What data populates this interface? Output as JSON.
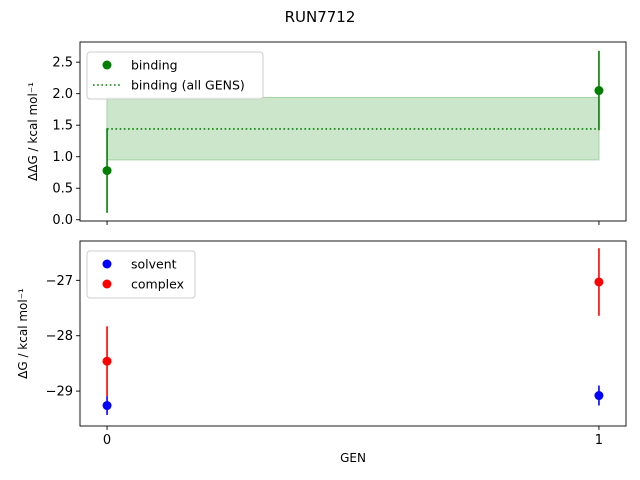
{
  "title": "RUN7712",
  "colors": {
    "binding": "#008000",
    "band_fill": "#cce6cc",
    "band_edge": "#a3d3a3",
    "solvent": "#0000ff",
    "complex": "#ff0000"
  },
  "chart_data": [
    {
      "type": "scatter",
      "ylabel": "ΔΔG / kcal mol⁻¹",
      "ylim": [
        -0.02,
        2.82
      ],
      "yticks": [
        "0.0",
        "0.5",
        "1.0",
        "1.5",
        "2.0",
        "2.5"
      ],
      "xlim": [
        -0.055,
        1.055
      ],
      "xticks": [
        "0",
        "1"
      ],
      "legend_position": "upper-left",
      "series": [
        {
          "name": "binding",
          "marker": "point",
          "x": [
            0,
            1
          ],
          "y": [
            0.78,
            2.05
          ],
          "err": [
            0.67,
            0.63
          ]
        },
        {
          "name": "binding (all GENS)",
          "marker": "dotted-line",
          "x_range": [
            0,
            1
          ],
          "value": 1.44,
          "band": [
            0.95,
            1.94
          ]
        }
      ]
    },
    {
      "type": "scatter",
      "ylabel": "ΔG / kcal mol⁻¹",
      "ylim": [
        -29.63,
        -26.29
      ],
      "yticks": [
        "−29",
        "−28",
        "−27"
      ],
      "xlim": [
        -0.055,
        1.055
      ],
      "xticks": [
        "0",
        "1"
      ],
      "xlabel": "GEN",
      "legend_position": "upper-left",
      "series": [
        {
          "name": "solvent",
          "x": [
            0,
            1
          ],
          "y": [
            -29.26,
            -29.08
          ],
          "err": [
            0.17,
            0.18
          ]
        },
        {
          "name": "complex",
          "x": [
            0,
            1
          ],
          "y": [
            -28.46,
            -27.03
          ],
          "err": [
            0.63,
            0.61
          ]
        }
      ]
    }
  ]
}
